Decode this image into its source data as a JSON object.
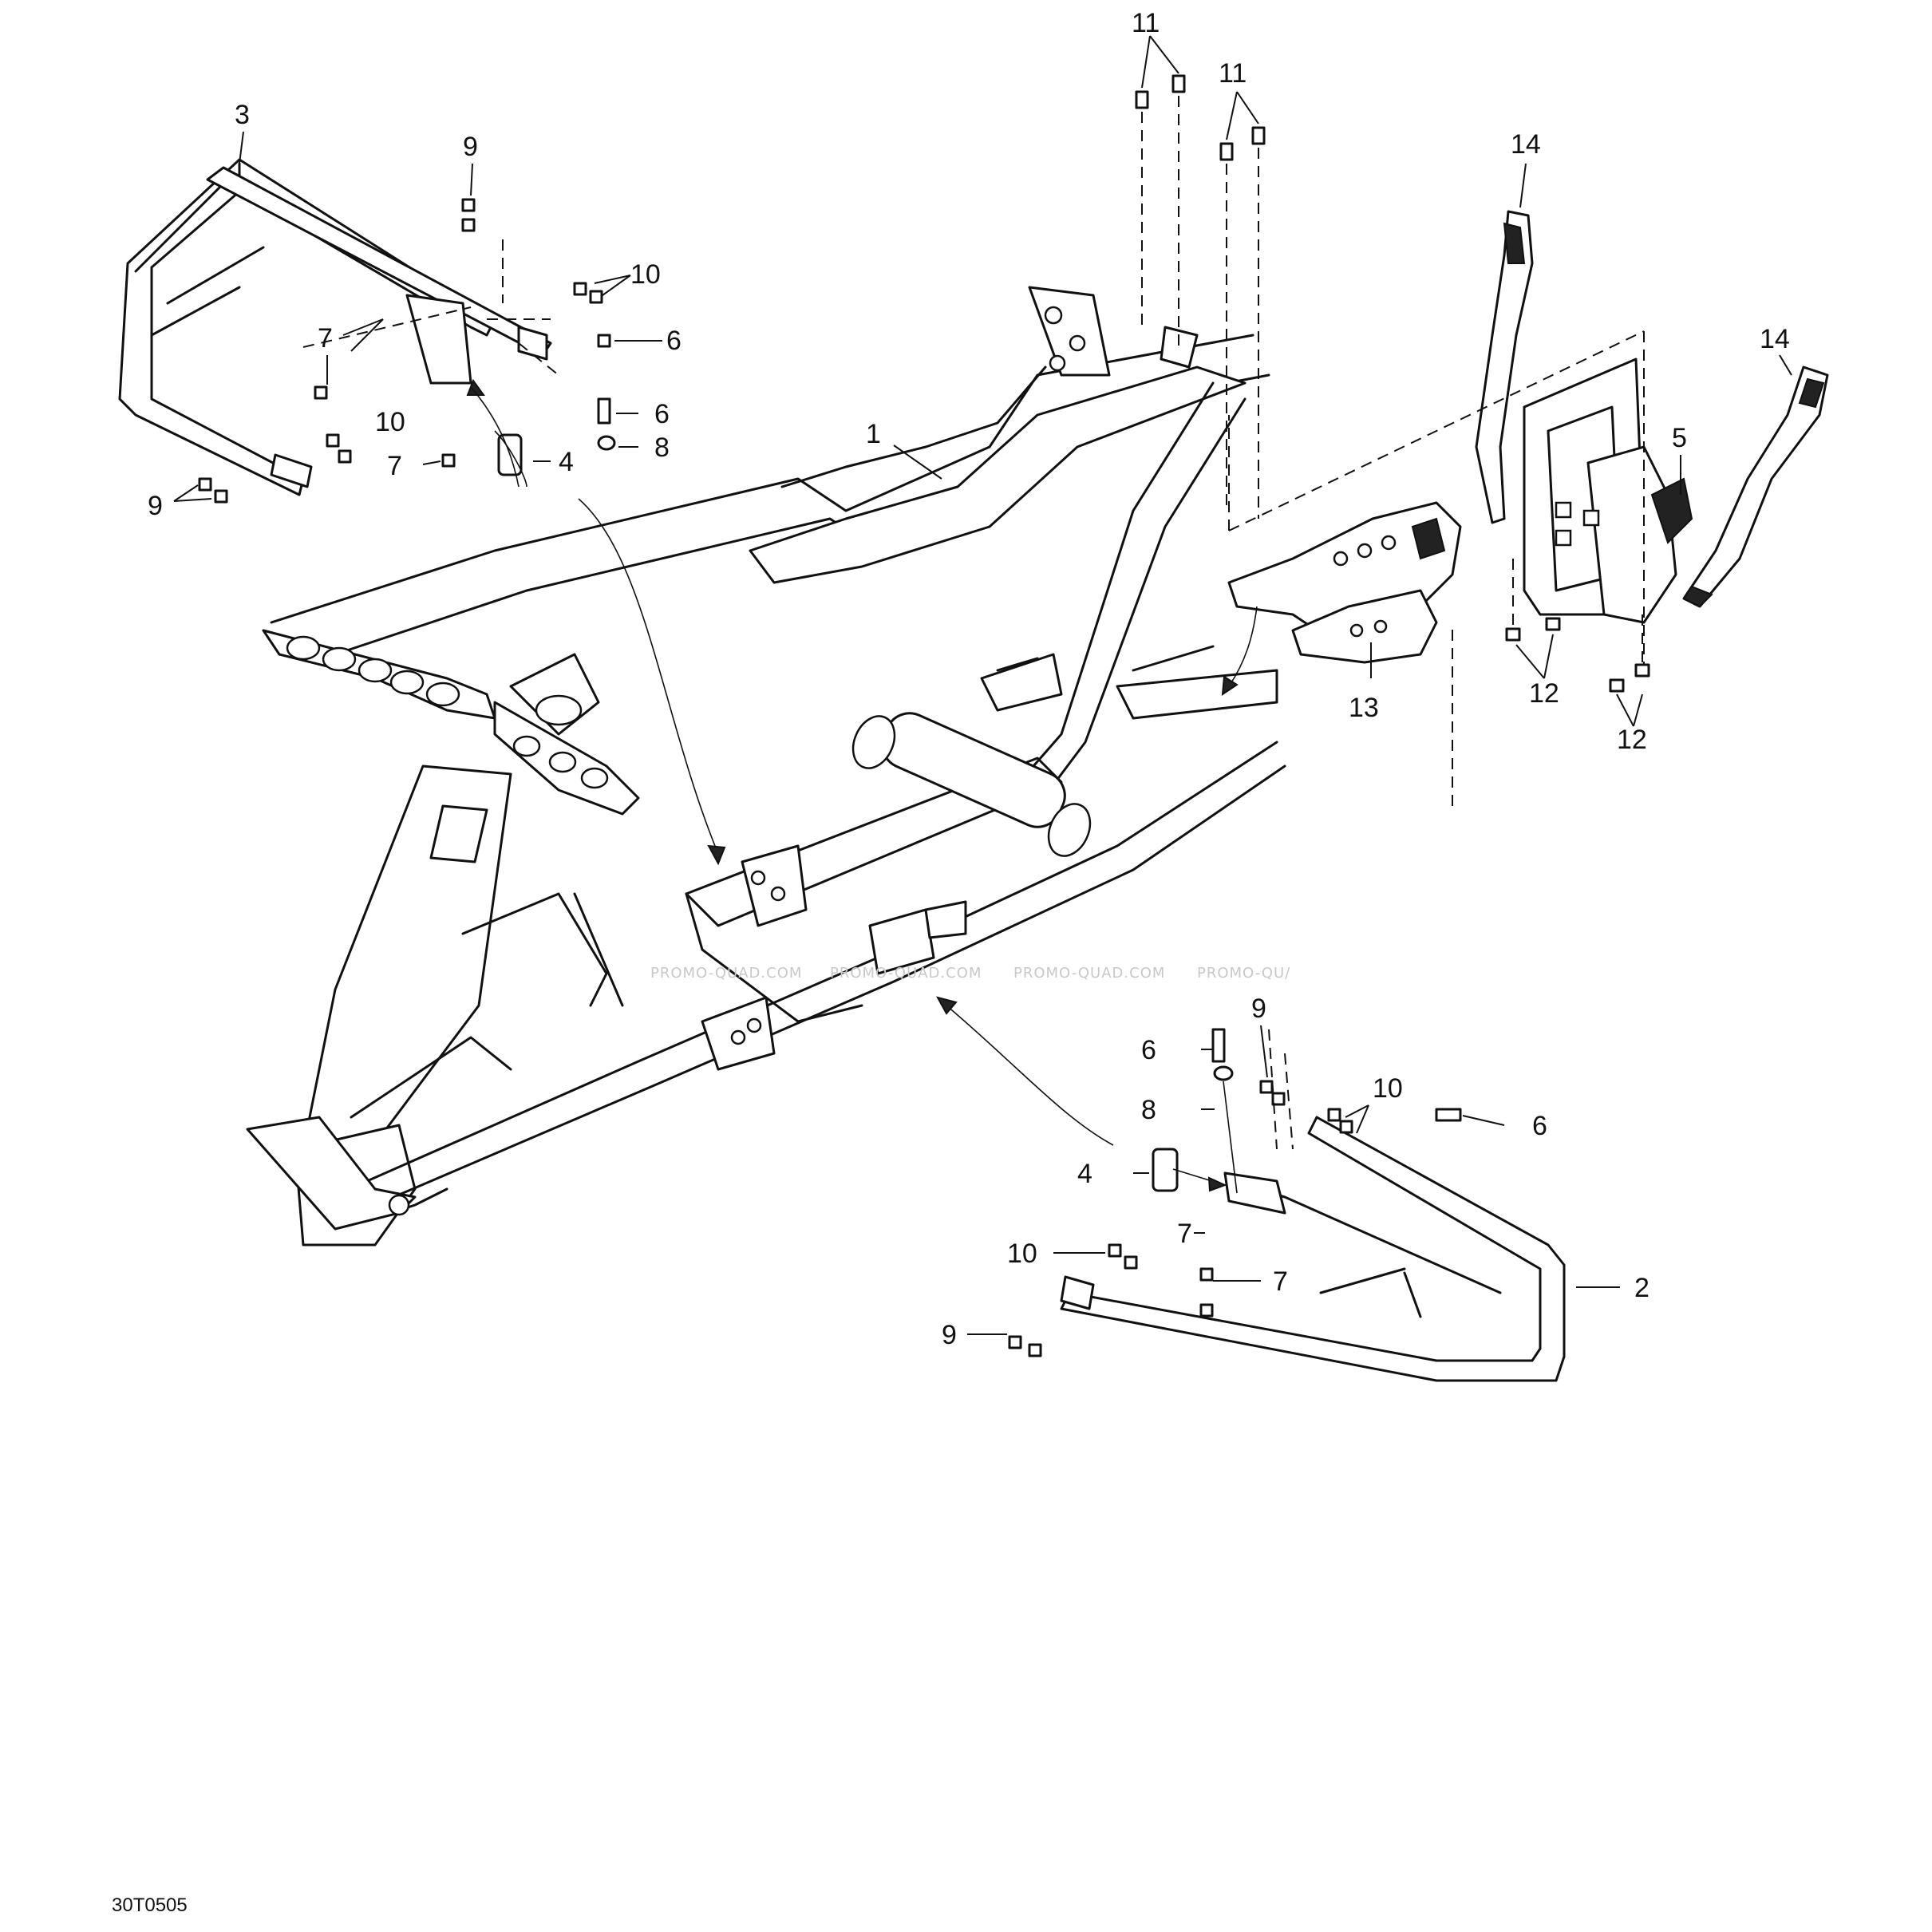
{
  "diagram": {
    "reference_code": "30T0505",
    "watermark_text": [
      "PROMO-QUAD.COM",
      "PROMO-QUAD.COM",
      "PROMO-QUAD.COM",
      "PROMO-QU/"
    ],
    "labels": {
      "l11a": "11",
      "l11b": "11",
      "l14a": "14",
      "l14b": "14",
      "l3": "3",
      "l9a": "9",
      "l10a": "10",
      "l6a": "6",
      "l7a": "7",
      "l6b": "6",
      "l10b": "10",
      "l8a": "8",
      "l9b": "9",
      "l7b": "7",
      "l4a": "4",
      "l1": "1",
      "l5": "5",
      "l13": "13",
      "l12a": "12",
      "l12b": "12",
      "l9c": "9",
      "l6c": "6",
      "l10c": "10",
      "l8b": "8",
      "l6d": "6",
      "l4b": "4",
      "l7c": "7",
      "l10d": "10",
      "l7d": "7",
      "l2": "2",
      "l9d": "9"
    }
  }
}
